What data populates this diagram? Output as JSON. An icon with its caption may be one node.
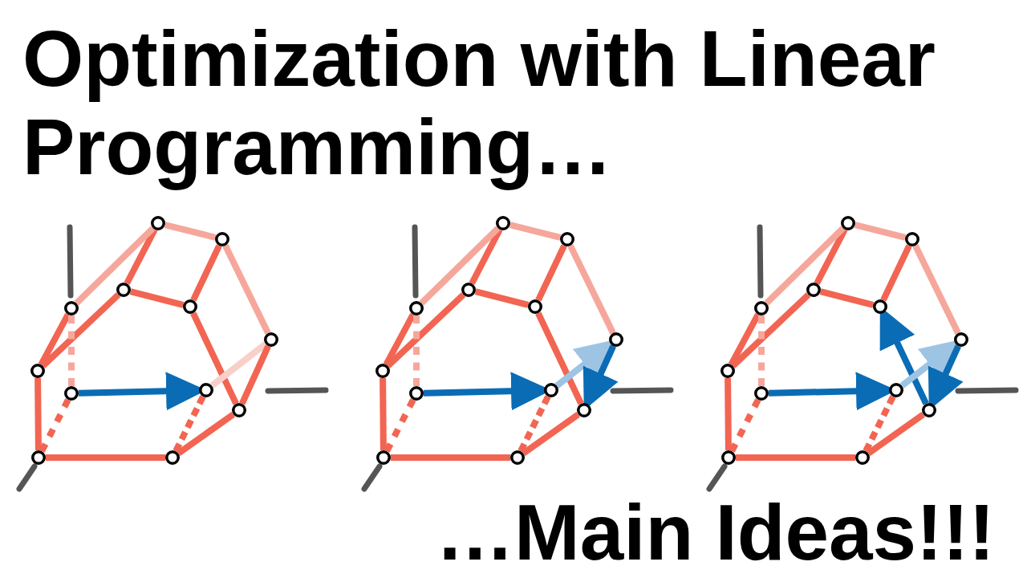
{
  "diagram": {
    "title": "Optimization with Linear Programming…",
    "nodes": [
      {
        "text": [],
        "shape": "circle"
      },
      {
        "text": [],
        "shape": "circle"
      },
      {
        "text": [],
        "shape": "circle"
      },
      {
        "text": [],
        "shape": "circle"
      },
      {
        "text": [],
        "shape": "circle"
      },
      {
        "text": [],
        "shape": "circle"
      },
      {
        "text": [],
        "shape": "circle"
      },
      {
        "text": [],
        "shape": "circle"
      },
      {
        "text": [],
        "shape": "circle"
      },
      {
        "text": [],
        "shape": "circle"
      },
      {
        "text": [],
        "shape": "circle"
      },
      {
        "text": [],
        "shape": "circle"
      },
      {
        "text": [],
        "shape": "circle"
      },
      {
        "text": [],
        "shape": "circle"
      },
      {
        "text": [],
        "shape": "circle"
      },
      {
        "text": [],
        "shape": "circle"
      },
      {
        "text": [],
        "shape": "circle"
      },
      {
        "text": [],
        "shape": "circle"
      },
      {
        "text": [],
        "shape": "circle"
      },
      {
        "text": [],
        "shape": "circle"
      },
      {
        "text": [],
        "shape": "circle"
      },
      {
        "text": [],
        "shape": "circle"
      },
      {
        "text": [],
        "shape": "circle"
      },
      {
        "text": [],
        "shape": "circle"
      },
      {
        "text": [],
        "shape": "circle"
      },
      {
        "text": [],
        "shape": "circle"
      },
      {
        "text": [],
        "shape": "circle"
      },
      {
        "text": [],
        "shape": "circle"
      },
      {
        "text": [],
        "shape": "circle"
      },
      {
        "text": [],
        "shape": "circle"
      },
      {
        "text": [],
        "shape": "circle"
      },
      {
        "text": [],
        "shape": "circle"
      },
      {
        "text": [],
        "shape": "circle"
      },
      {
        "text": [],
        "shape": "circle"
      },
      {
        "text": [],
        "shape": "circle"
      },
      {
        "text": [],
        "shape": "circle"
      }
    ],
    "edges": [
      {
        "from": 0,
        "to": 1,
        "arrow": "none",
        "color": "#f6a79b"
      },
      {
        "from": 0,
        "to": 2,
        "arrow": "none"
      },
      {
        "from": 0,
        "to": 4,
        "arrow": "none",
        "color": "#f6a79b"
      },
      {
        "from": 1,
        "to": 3,
        "arrow": "none"
      },
      {
        "from": 1,
        "to": 5,
        "arrow": "none",
        "color": "#f6a79b"
      },
      {
        "from": 2,
        "to": 3,
        "arrow": "none"
      },
      {
        "from": 2,
        "to": 6,
        "arrow": "none"
      },
      {
        "from": 4,
        "to": 6,
        "arrow": "none"
      },
      {
        "from": 4,
        "to": 7,
        "arrow": "none",
        "style": "dashed",
        "color": "#f6a79b"
      },
      {
        "from": 3,
        "to": 9,
        "arrow": "none"
      },
      {
        "from": 5,
        "to": 8,
        "arrow": "none",
        "color": "#f9d0c9"
      },
      {
        "from": 5,
        "to": 9,
        "arrow": "none"
      },
      {
        "from": 6,
        "to": 10,
        "arrow": "none"
      },
      {
        "from": 7,
        "to": 10,
        "arrow": "none",
        "style": "dashed"
      },
      {
        "from": 8,
        "to": 11,
        "arrow": "none",
        "style": "dashed"
      },
      {
        "from": 9,
        "to": 11,
        "arrow": "none"
      },
      {
        "from": 10,
        "to": 11,
        "arrow": "none"
      },
      {
        "from": 7,
        "to": 8,
        "arrow": "to",
        "color": "#0a6cb4"
      },
      {
        "from": 12,
        "to": 13,
        "arrow": "none",
        "color": "#f6a79b"
      },
      {
        "from": 12,
        "to": 14,
        "arrow": "none"
      },
      {
        "from": 12,
        "to": 16,
        "arrow": "none",
        "color": "#f6a79b"
      },
      {
        "from": 13,
        "to": 15,
        "arrow": "none"
      },
      {
        "from": 13,
        "to": 17,
        "arrow": "none",
        "color": "#f6a79b"
      },
      {
        "from": 14,
        "to": 15,
        "arrow": "none"
      },
      {
        "from": 14,
        "to": 18,
        "arrow": "none"
      },
      {
        "from": 16,
        "to": 18,
        "arrow": "none"
      },
      {
        "from": 16,
        "to": 19,
        "arrow": "none",
        "style": "dashed",
        "color": "#f6a79b"
      },
      {
        "from": 15,
        "to": 21,
        "arrow": "none"
      },
      {
        "from": 20,
        "to": 17,
        "arrow": "to",
        "color": "#9ec4e4"
      },
      {
        "from": 17,
        "to": 21,
        "arrow": "to",
        "color": "#0a6cb4"
      },
      {
        "from": 18,
        "to": 22,
        "arrow": "none"
      },
      {
        "from": 19,
        "to": 22,
        "arrow": "none",
        "style": "dashed"
      },
      {
        "from": 20,
        "to": 23,
        "arrow": "none",
        "style": "dashed"
      },
      {
        "from": 21,
        "to": 23,
        "arrow": "none"
      },
      {
        "from": 22,
        "to": 23,
        "arrow": "none"
      },
      {
        "from": 19,
        "to": 20,
        "arrow": "to",
        "color": "#0a6cb4"
      },
      {
        "from": 24,
        "to": 25,
        "arrow": "none",
        "color": "#f6a79b"
      },
      {
        "from": 24,
        "to": 26,
        "arrow": "none"
      },
      {
        "from": 24,
        "to": 28,
        "arrow": "none",
        "color": "#f6a79b"
      },
      {
        "from": 25,
        "to": 27,
        "arrow": "none"
      },
      {
        "from": 25,
        "to": 29,
        "arrow": "none",
        "color": "#f6a79b"
      },
      {
        "from": 26,
        "to": 27,
        "arrow": "none"
      },
      {
        "from": 26,
        "to": 30,
        "arrow": "none"
      },
      {
        "from": 28,
        "to": 30,
        "arrow": "none"
      },
      {
        "from": 28,
        "to": 31,
        "arrow": "none",
        "style": "dashed",
        "color": "#f6a79b"
      },
      {
        "from": 33,
        "to": 27,
        "arrow": "to",
        "color": "#0a6cb4"
      },
      {
        "from": 32,
        "to": 29,
        "arrow": "to",
        "color": "#9ec4e4"
      },
      {
        "from": 29,
        "to": 33,
        "arrow": "to",
        "color": "#0a6cb4"
      },
      {
        "from": 30,
        "to": 34,
        "arrow": "none"
      },
      {
        "from": 31,
        "to": 34,
        "arrow": "none",
        "style": "dashed"
      },
      {
        "from": 32,
        "to": 35,
        "arrow": "none",
        "style": "dashed"
      },
      {
        "from": 33,
        "to": 35,
        "arrow": "none"
      },
      {
        "from": 34,
        "to": 35,
        "arrow": "none"
      },
      {
        "from": 31,
        "to": 32,
        "arrow": "to",
        "color": "#0a6cb4"
      }
    ],
    "labels": [
      "…Main Ideas!!!"
    ]
  }
}
